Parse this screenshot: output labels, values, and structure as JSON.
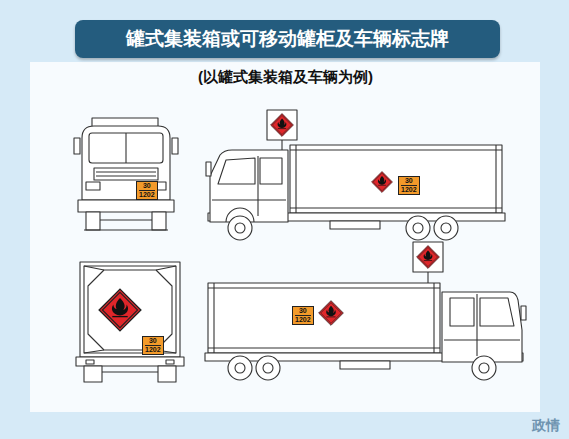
{
  "diagram": {
    "title": "罐式集装箱或可移动罐柜及车辆标志牌",
    "labels": [
      "(以罐式集装箱及车辆为例)",
      "30",
      "1202",
      "30",
      "1202",
      "30",
      "1202",
      "30",
      "1202",
      "政情"
    ]
  }
}
